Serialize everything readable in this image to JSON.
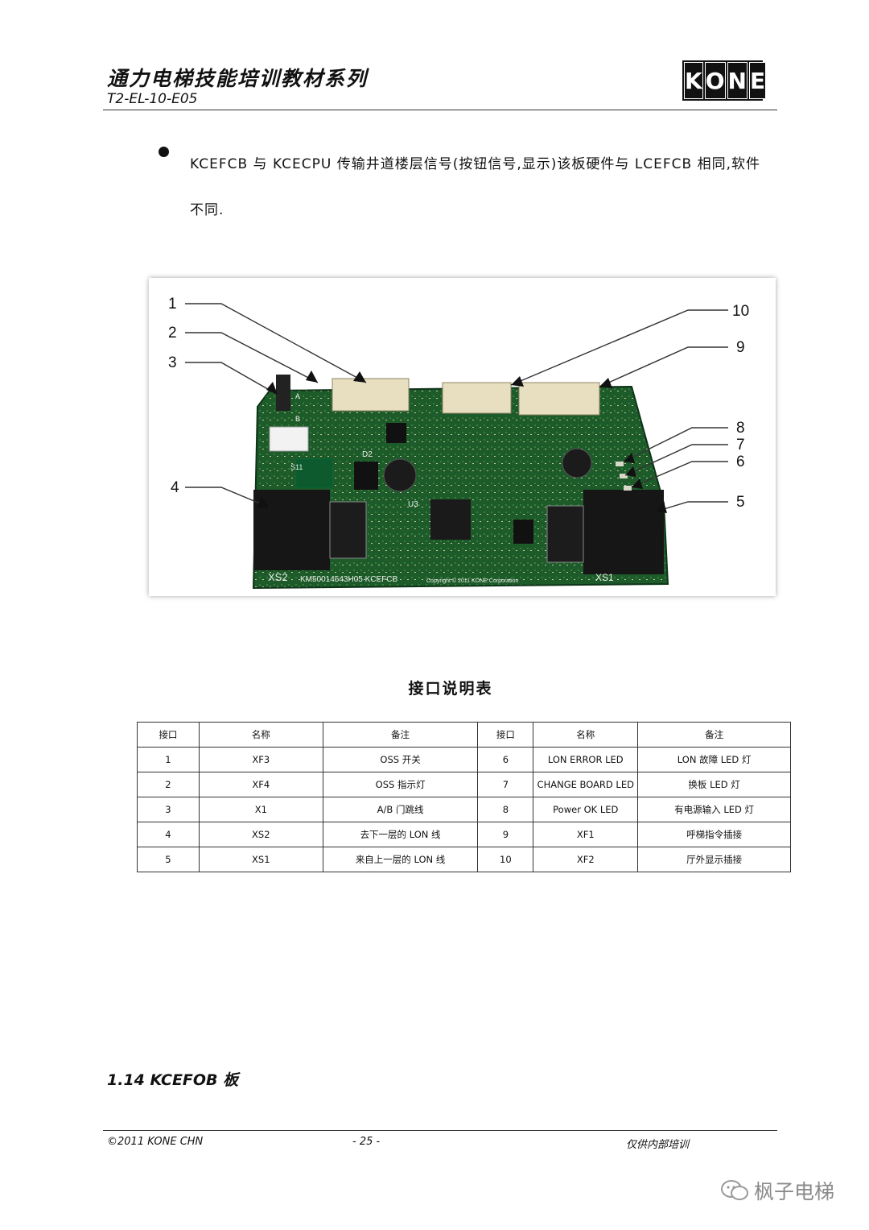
{
  "header": {
    "title": "通力电梯技能培训教材系列",
    "code": "T2-EL-10-E05",
    "logo_letters": [
      "K",
      "O",
      "N",
      "E"
    ]
  },
  "bullet_text": "KCEFCB 与 KCECPU 传输井道楼层信号(按钮信号,显示)该板硬件与 LCEFCB 相同,软件不同.",
  "photo": {
    "callouts": [
      "1",
      "2",
      "3",
      "4",
      "5",
      "6",
      "7",
      "8",
      "9",
      "10"
    ],
    "board_text": {
      "xs2": "XS2",
      "part_no": "KM50014543H05 KCEFCB",
      "copyright": "Copyright © 2011 KONE Corporation",
      "xs1": "XS1",
      "u3": "U3",
      "d2": "D2",
      "s11": "S11",
      "a": "A",
      "b": "B"
    }
  },
  "table": {
    "caption": "接口说明表",
    "headers": [
      "接口",
      "名称",
      "备注",
      "接口",
      "名称",
      "备注"
    ],
    "rows": [
      [
        "1",
        "XF3",
        "OSS 开关",
        "6",
        "LON ERROR LED",
        "LON 故障 LED 灯"
      ],
      [
        "2",
        "XF4",
        "OSS 指示灯",
        "7",
        "CHANGE BOARD LED",
        "换板 LED 灯"
      ],
      [
        "3",
        "X1",
        "A/B 门跳线",
        "8",
        "Power OK LED",
        "有电源输入 LED 灯"
      ],
      [
        "4",
        "XS2",
        "去下一层的 LON 线",
        "9",
        "XF1",
        "呼梯指令插接"
      ],
      [
        "5",
        "XS1",
        "来自上一层的 LON 线",
        "10",
        "XF2",
        "厅外显示插接"
      ]
    ]
  },
  "section_heading": "1.14 KCEFOB 板",
  "footer": {
    "left": "©2011 KONE CHN",
    "center": "- 25 -",
    "right": "仅供内部培训"
  },
  "watermark": "枫子电梯"
}
